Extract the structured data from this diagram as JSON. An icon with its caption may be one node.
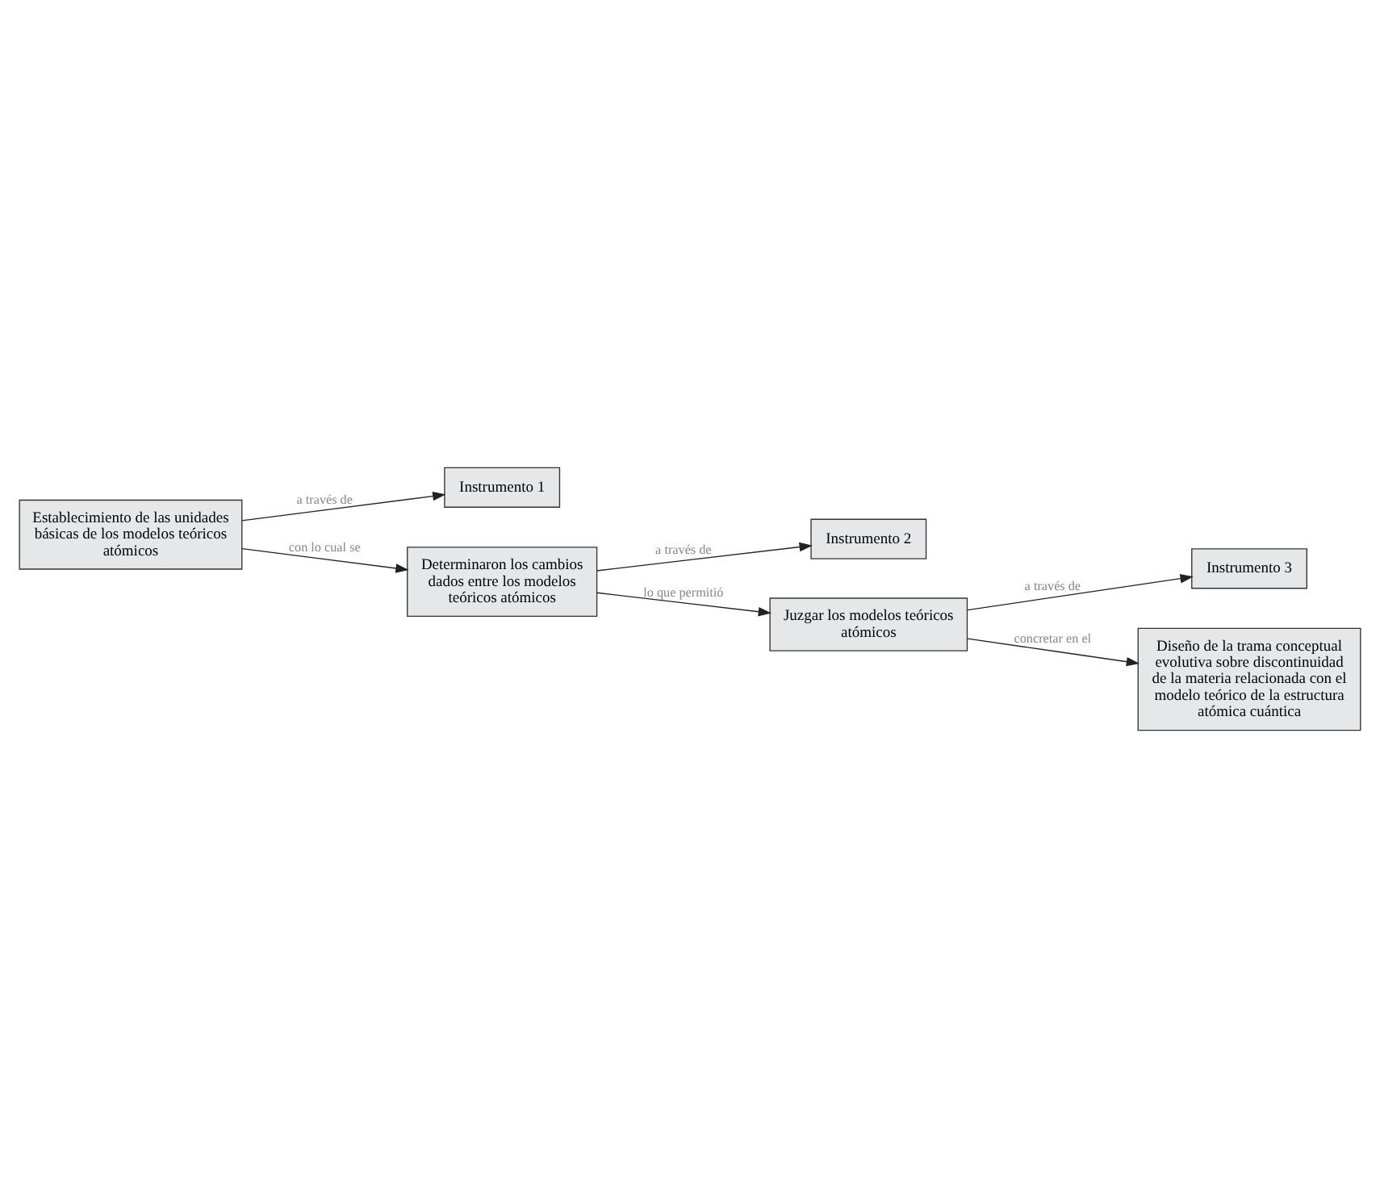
{
  "diagram": {
    "nodes": [
      {
        "text": [
          "Establecimiento de las unidades básicas de los modelos teóricos atómicos"
        ]
      },
      {
        "text": [
          "Instrumento 1"
        ]
      },
      {
        "text": [
          "Determinaron los cambios dados entre los modelos teóricos atómicos"
        ]
      },
      {
        "text": [
          "Instrumento 2"
        ]
      },
      {
        "text": [
          "Juzgar los modelos teóricos atómicos"
        ]
      },
      {
        "text": [
          "Instrumento 3"
        ]
      },
      {
        "text": [
          "Diseño de la trama conceptual evolutiva sobre discontinuidad de la materia relacionada con el modelo teórico de la estructura atómica cuántica"
        ]
      }
    ],
    "edges": [
      {
        "from": 0,
        "to": 1,
        "arrow": "to",
        "label": "a través de"
      },
      {
        "from": 0,
        "to": 2,
        "arrow": "to",
        "label": "con lo cual se"
      },
      {
        "from": 2,
        "to": 3,
        "arrow": "to",
        "label": "a través de"
      },
      {
        "from": 2,
        "to": 4,
        "arrow": "to",
        "label": "lo que permitió"
      },
      {
        "from": 4,
        "to": 5,
        "arrow": "to",
        "label": "a través de"
      },
      {
        "from": 4,
        "to": 6,
        "arrow": "to",
        "label": "concretar en el"
      }
    ]
  }
}
